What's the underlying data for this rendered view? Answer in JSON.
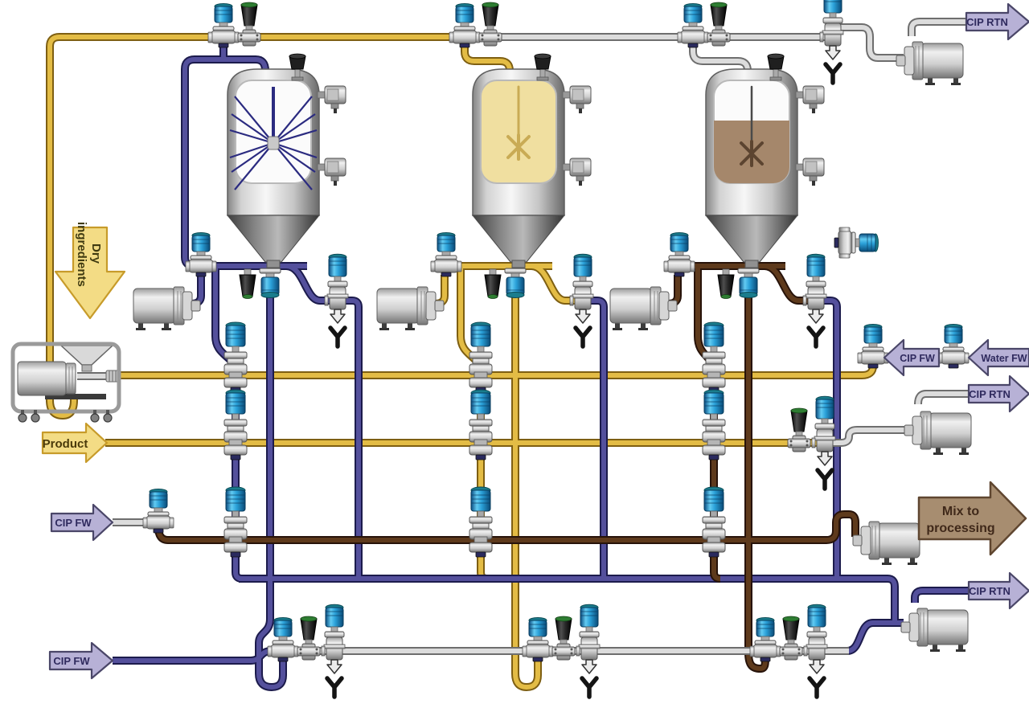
{
  "diagram_type": "process-flow-piping-diagram",
  "arrows": [
    {
      "id": "cip-rtn-top",
      "label": "CIP RTN",
      "direction": "right",
      "style": "lavender"
    },
    {
      "id": "water-fw",
      "label": "Water FW",
      "direction": "left",
      "style": "lavender"
    },
    {
      "id": "cip-fw-right",
      "label": "CIP FW",
      "direction": "left",
      "style": "lavender"
    },
    {
      "id": "cip-rtn-mid",
      "label": "CIP RTN",
      "direction": "right",
      "style": "lavender"
    },
    {
      "id": "product",
      "label": "Product",
      "direction": "right",
      "style": "yellow"
    },
    {
      "id": "dry-ingredients",
      "label": "Dry ingredients",
      "lines": [
        "Dry",
        "ingredients"
      ],
      "direction": "down",
      "style": "yellow"
    },
    {
      "id": "cip-fw-left",
      "label": "CIP FW",
      "direction": "right",
      "style": "lavender"
    },
    {
      "id": "mix-to-processing",
      "label": "Mix to processing",
      "lines": [
        "Mix to",
        "processing"
      ],
      "direction": "right",
      "style": "brown"
    },
    {
      "id": "cip-rtn-bottom",
      "label": "CIP RTN",
      "direction": "right",
      "style": "lavender"
    },
    {
      "id": "cip-fw-bottom",
      "label": "CIP FW",
      "direction": "right",
      "style": "lavender"
    }
  ],
  "drain_marker": "Y",
  "equipment": {
    "tanks": [
      {
        "name": "mix-tank-1",
        "content": "empty - CIP spray active"
      },
      {
        "name": "mix-tank-2",
        "content": "filled - yellow product"
      },
      {
        "name": "mix-tank-3",
        "content": "filled - brown mix"
      }
    ],
    "pump_count": 7,
    "mixer": "dry-ingredients inductor cart"
  },
  "colors": {
    "pipe_yellow": "#e3bc45",
    "pipe_yellow_outline": "#7e5f12",
    "pipe_purple": "#54509c",
    "pipe_purple_outline": "#1c1b4c",
    "pipe_brown": "#5e3a1c",
    "pipe_brown_outline": "#27130a",
    "pipe_gray": "#dcdcdc",
    "pipe_gray_outline": "#6e6e6e",
    "arrow_lavender": "#b7b1d6",
    "arrow_lavender_outline": "#4a4668",
    "arrow_text_navy": "#2f2a5e",
    "arrow_yellow": "#f3dc85",
    "arrow_yellow_outline": "#c79b2a",
    "arrow_text_brown": "#4a3a0a",
    "arrow_mix_brown": "#a78d70",
    "arrow_mix_outline": "#5f4630",
    "arrow_mix_text": "#40291a",
    "tank_content_yellow": "#f0dfa0",
    "tank_content_brown": "#a5876b",
    "actuator_blue": "#2aa0d8",
    "actuator_cap_teal": "#1a7d8d",
    "valve_green": "#2e7d32"
  }
}
